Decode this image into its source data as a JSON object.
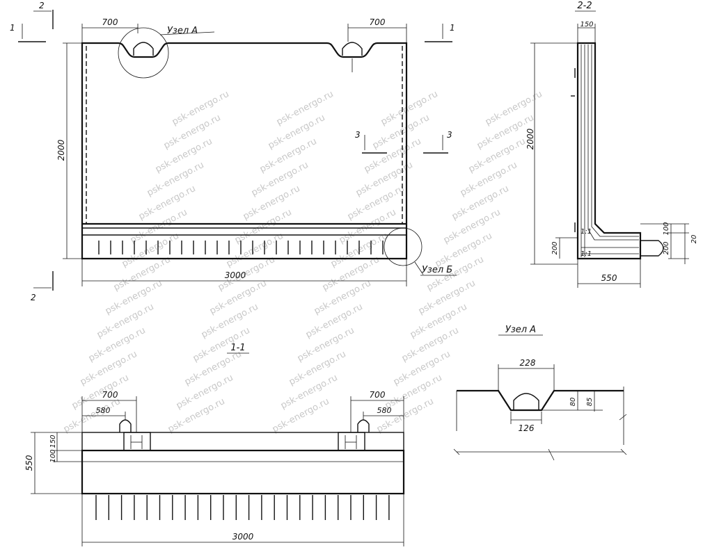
{
  "watermark": "psk-energo.ru",
  "front_view": {
    "dim_top_left": "700",
    "dim_top_right": "700",
    "node_a_label": "Узел А",
    "node_b_label": "Узел Б",
    "dim_height": "2000",
    "dim_width": "3000",
    "cut_1_mark": "1",
    "cut_2_mark": "2",
    "cut_3_mark": "3"
  },
  "section_2_2": {
    "title": "2-2",
    "dim_thickness": "150",
    "dim_height": "2000",
    "dim_base": "550",
    "dim_200_left": "200",
    "dim_200_right": "200",
    "dim_100": "100",
    "dim_20": "20",
    "slope_1": "1:1",
    "slope_2": "1:1"
  },
  "section_1_1": {
    "title": "1-1",
    "dim_700_left": "700",
    "dim_580_left": "580",
    "dim_700_right": "700",
    "dim_580_right": "580",
    "dim_550": "550",
    "dim_100": "100",
    "dim_150": "150",
    "dim_3000": "3000"
  },
  "node_a": {
    "title": "Узел А",
    "dim_228": "228",
    "dim_80": "80",
    "dim_85": "85",
    "dim_126": "126"
  }
}
